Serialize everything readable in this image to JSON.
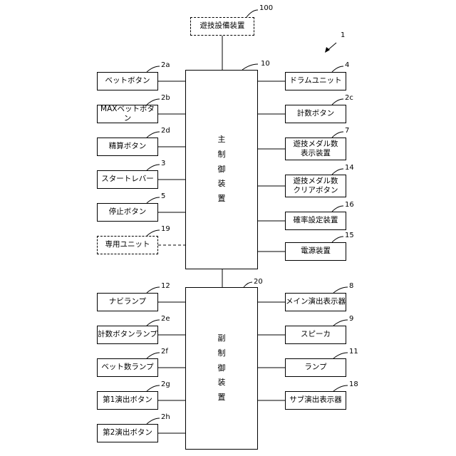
{
  "system_ref": "1",
  "external": {
    "label": "遊技設備装置",
    "ref": "100"
  },
  "main_controller": {
    "label": "主\n制\n御\n装\n置",
    "ref": "10"
  },
  "sub_controller": {
    "label": "副\n制\n御\n装\n置",
    "ref": "20"
  },
  "main_left": [
    {
      "label": "ベットボタン",
      "ref": "2a"
    },
    {
      "label": "MAXベットボタン",
      "ref": "2b"
    },
    {
      "label": "精算ボタン",
      "ref": "2d"
    },
    {
      "label": "スタートレバー",
      "ref": "3"
    },
    {
      "label": "停止ボタン",
      "ref": "5"
    },
    {
      "label": "専用ユニット",
      "ref": "19"
    }
  ],
  "main_right": [
    {
      "label": "ドラムユニット",
      "ref": "4"
    },
    {
      "label": "計数ボタン",
      "ref": "2c"
    },
    {
      "label": "遊技メダル数\n表示装置",
      "ref": "7"
    },
    {
      "label": "遊技メダル数\nクリアボタン",
      "ref": "14"
    },
    {
      "label": "確率設定装置",
      "ref": "16"
    },
    {
      "label": "電源装置",
      "ref": "15"
    }
  ],
  "sub_left": [
    {
      "label": "ナビランプ",
      "ref": "12"
    },
    {
      "label": "計数ボタンランプ",
      "ref": "2e"
    },
    {
      "label": "ベット数ランプ",
      "ref": "2f"
    },
    {
      "label": "第1演出ボタン",
      "ref": "2g"
    },
    {
      "label": "第2演出ボタン",
      "ref": "2h"
    }
  ],
  "sub_right": [
    {
      "label": "メイン演出表示器",
      "ref": "8"
    },
    {
      "label": "スピーカ",
      "ref": "9"
    },
    {
      "label": "ランプ",
      "ref": "11"
    },
    {
      "label": "サブ演出表示器",
      "ref": "18"
    }
  ]
}
